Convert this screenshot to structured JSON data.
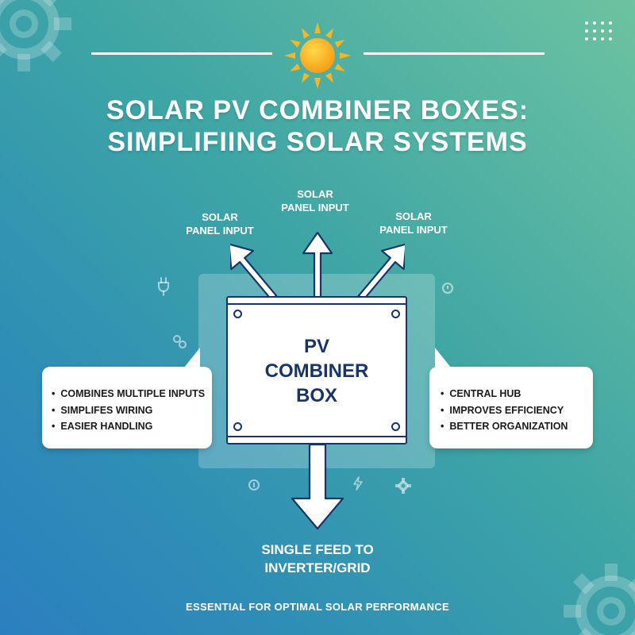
{
  "title": {
    "line1": "SOLAR PV COMBINER BOXES:",
    "line2": "SIMPLIFIING SOLAR SYSTEMS"
  },
  "inputs": [
    {
      "label": "SOLAR PANEL INPUT"
    },
    {
      "label": "SOLAR PANEL INPUT"
    },
    {
      "label": "SOLAR PANEL INPUT"
    }
  ],
  "combiner_box": {
    "label_line1": "PV",
    "label_line2": "COMBINER",
    "label_line3": "BOX"
  },
  "left_callout": {
    "items": [
      "COMBINES MULTIPLE INPUTS",
      "SIMPLIFES WIRING",
      "EASIER HANDLING"
    ]
  },
  "right_callout": {
    "items": [
      "CENTRAL HUB",
      "IMPROVES EFFICIENCY",
      "BETTER ORGANIZATION"
    ]
  },
  "output": {
    "line1": "SINGLE FEED TO",
    "line2": "INVERTER/GRID"
  },
  "footer": "ESSENTIAL FOR OPTIMAL SOLAR PERFORMANCE",
  "colors": {
    "background_top_right": "#6cc3a0",
    "background_bottom_left": "#2b7fbf",
    "box_text": "#17356b",
    "box_outline": "#17356b",
    "sun": "#f7a21b"
  }
}
